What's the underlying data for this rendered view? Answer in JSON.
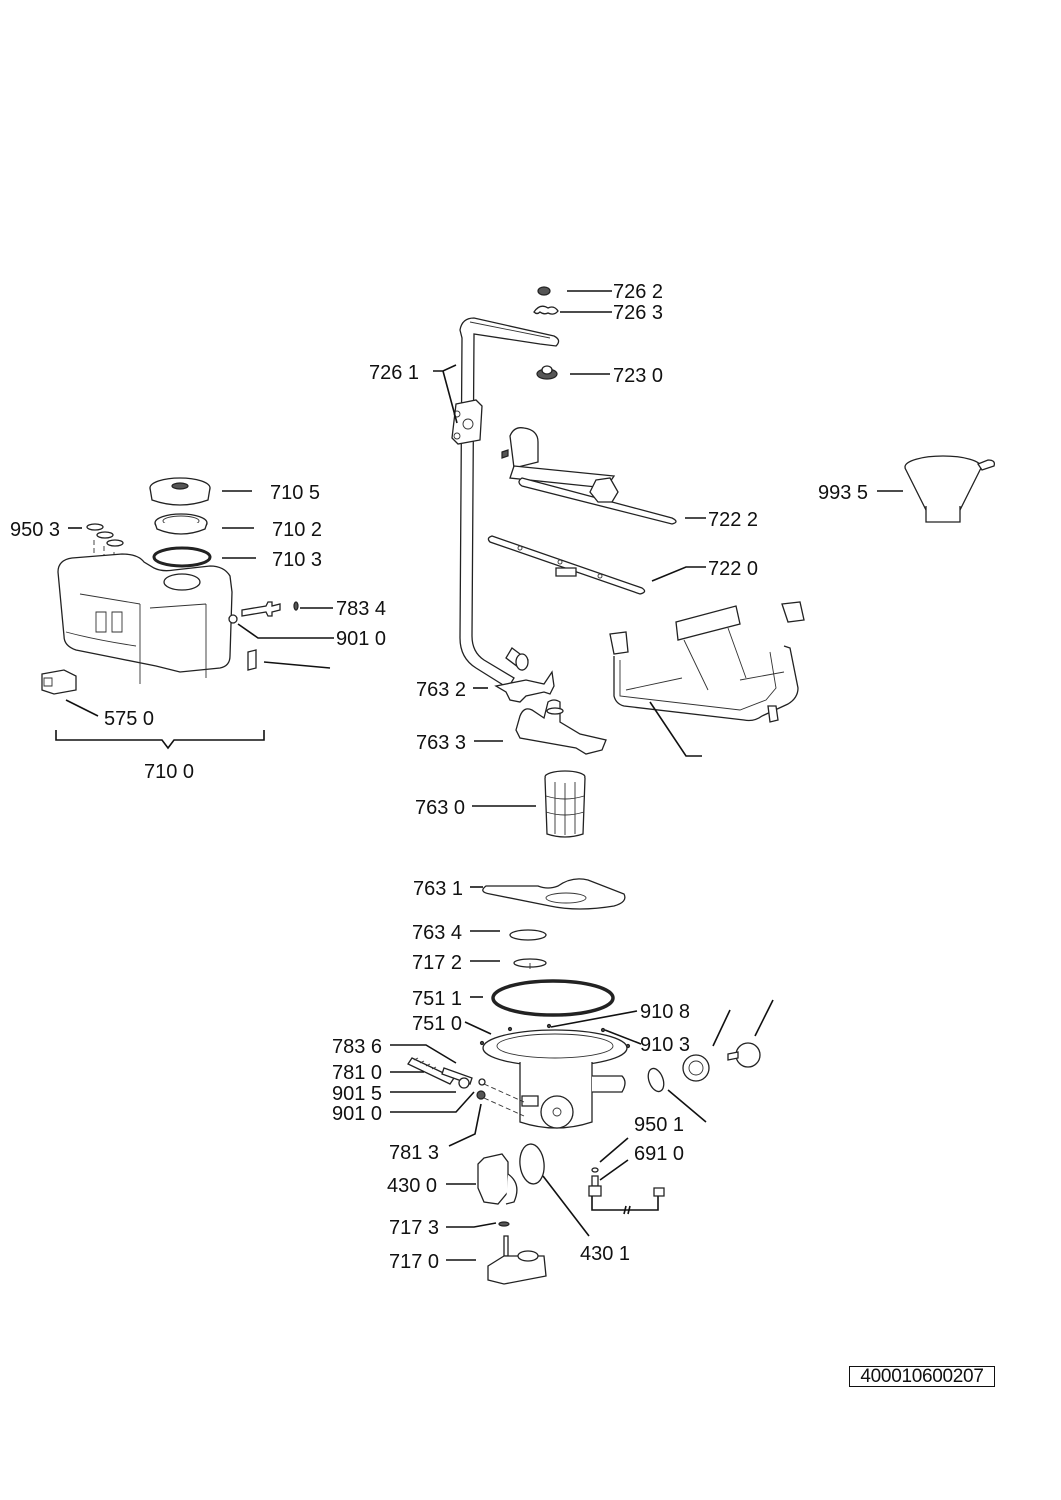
{
  "document": {
    "type": "exploded parts diagram",
    "document_id": "400010600207"
  },
  "callouts": [
    {
      "id": "726-2",
      "label": "726 2"
    },
    {
      "id": "726-3",
      "label": "726 3"
    },
    {
      "id": "726-1",
      "label": "726 1"
    },
    {
      "id": "723-0",
      "label": "723 0"
    },
    {
      "id": "710-5",
      "label": "710 5"
    },
    {
      "id": "993-5",
      "label": "993 5"
    },
    {
      "id": "722-2",
      "label": "722 2"
    },
    {
      "id": "950-3",
      "label": "950 3"
    },
    {
      "id": "710-2",
      "label": "710 2"
    },
    {
      "id": "710-3",
      "label": "710 3"
    },
    {
      "id": "722-0",
      "label": "722 0"
    },
    {
      "id": "783-4",
      "label": "783 4"
    },
    {
      "id": "901-0a",
      "label": "901 0"
    },
    {
      "id": "763-2",
      "label": "763 2"
    },
    {
      "id": "575-0",
      "label": "575 0"
    },
    {
      "id": "763-3",
      "label": "763 3"
    },
    {
      "id": "710-0",
      "label": "710 0"
    },
    {
      "id": "763-0",
      "label": "763 0"
    },
    {
      "id": "763-1",
      "label": "763 1"
    },
    {
      "id": "763-4",
      "label": "763 4"
    },
    {
      "id": "717-2",
      "label": "717 2"
    },
    {
      "id": "751-1",
      "label": "751 1"
    },
    {
      "id": "910-8",
      "label": "910 8"
    },
    {
      "id": "751-0",
      "label": "751 0"
    },
    {
      "id": "910-3",
      "label": "910 3"
    },
    {
      "id": "783-6",
      "label": "783 6"
    },
    {
      "id": "781-0",
      "label": "781 0"
    },
    {
      "id": "901-5",
      "label": "901 5"
    },
    {
      "id": "901-0b",
      "label": "901 0"
    },
    {
      "id": "781-3",
      "label": "781 3"
    },
    {
      "id": "950-1",
      "label": "950 1"
    },
    {
      "id": "691-0",
      "label": "691 0"
    },
    {
      "id": "430-0",
      "label": "430 0"
    },
    {
      "id": "717-3",
      "label": "717 3"
    },
    {
      "id": "430-1",
      "label": "430 1"
    },
    {
      "id": "717-0",
      "label": "717 0"
    }
  ]
}
